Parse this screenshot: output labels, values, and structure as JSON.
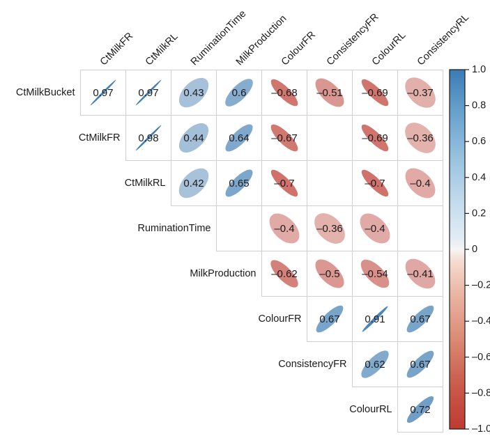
{
  "chart_data": {
    "type": "heatmap",
    "subtype": "correlation-ellipse-matrix",
    "title": "",
    "xlabel": "",
    "ylabel": "",
    "grid": true,
    "legend_position": "right",
    "colorbar": {
      "min": -1.0,
      "max": 1.0,
      "ticks": [
        "1.0",
        "0.8",
        "0.6",
        "0.4",
        "0.2",
        "0",
        "-0.2",
        "-0.4",
        "-0.6",
        "-0.8",
        "-1.0"
      ],
      "tick_values": [
        1.0,
        0.8,
        0.6,
        0.4,
        0.2,
        0,
        -0.2,
        -0.4,
        -0.6,
        -0.8,
        -1.0
      ],
      "color_high": "#3b7cb5",
      "color_mid": "#f7f5f4",
      "color_low": "#bf3a30"
    },
    "row_labels": [
      "CtMilkBucket",
      "CtMilkFR",
      "CtMilkRL",
      "RuminationTime",
      "MilkProduction",
      "ColourFR",
      "ConsistencyFR",
      "ColourRL"
    ],
    "col_labels": [
      "CtMilkFR",
      "CtMilkRL",
      "RuminationTime",
      "MilkProduction",
      "ColourFR",
      "ConsistencyFR",
      "ColourRL",
      "ConsistencyRL"
    ],
    "cells": [
      [
        {
          "value": 0.97,
          "label": "0.97"
        },
        {
          "value": 0.97,
          "label": "0.97"
        },
        {
          "value": 0.43,
          "label": "0.43"
        },
        {
          "value": 0.6,
          "label": "0.6"
        },
        {
          "value": -0.68,
          "label": "–0.68"
        },
        {
          "value": -0.51,
          "label": "–0.51"
        },
        {
          "value": -0.69,
          "label": "–0.69"
        },
        {
          "value": -0.37,
          "label": "–0.37"
        }
      ],
      [
        null,
        {
          "value": 0.98,
          "label": "0.98"
        },
        {
          "value": 0.44,
          "label": "0.44"
        },
        {
          "value": 0.64,
          "label": "0.64"
        },
        {
          "value": -0.67,
          "label": "–0.67"
        },
        {
          "value": null,
          "label": ""
        },
        {
          "value": -0.69,
          "label": "–0.69"
        },
        {
          "value": -0.36,
          "label": "–0.36"
        }
      ],
      [
        null,
        null,
        {
          "value": 0.42,
          "label": "0.42"
        },
        {
          "value": 0.65,
          "label": "0.65"
        },
        {
          "value": -0.7,
          "label": "–0.7"
        },
        {
          "value": null,
          "label": ""
        },
        {
          "value": -0.7,
          "label": "–0.7"
        },
        {
          "value": -0.4,
          "label": "–0.4"
        }
      ],
      [
        null,
        null,
        null,
        {
          "value": null,
          "label": ""
        },
        {
          "value": -0.4,
          "label": "–0.4"
        },
        {
          "value": -0.36,
          "label": "–0.36"
        },
        {
          "value": -0.4,
          "label": "–0.4"
        },
        {
          "value": null,
          "label": ""
        }
      ],
      [
        null,
        null,
        null,
        null,
        {
          "value": -0.62,
          "label": "–0.62"
        },
        {
          "value": -0.5,
          "label": "–0.5"
        },
        {
          "value": -0.54,
          "label": "–0.54"
        },
        {
          "value": -0.41,
          "label": "–0.41"
        }
      ],
      [
        null,
        null,
        null,
        null,
        null,
        {
          "value": 0.67,
          "label": "0.67"
        },
        {
          "value": 0.91,
          "label": "0.91"
        },
        {
          "value": 0.67,
          "label": "0.67"
        }
      ],
      [
        null,
        null,
        null,
        null,
        null,
        null,
        {
          "value": 0.62,
          "label": "0.62"
        },
        {
          "value": 0.67,
          "label": "0.67"
        }
      ],
      [
        null,
        null,
        null,
        null,
        null,
        null,
        null,
        {
          "value": 0.72,
          "label": "0.72"
        }
      ]
    ]
  }
}
